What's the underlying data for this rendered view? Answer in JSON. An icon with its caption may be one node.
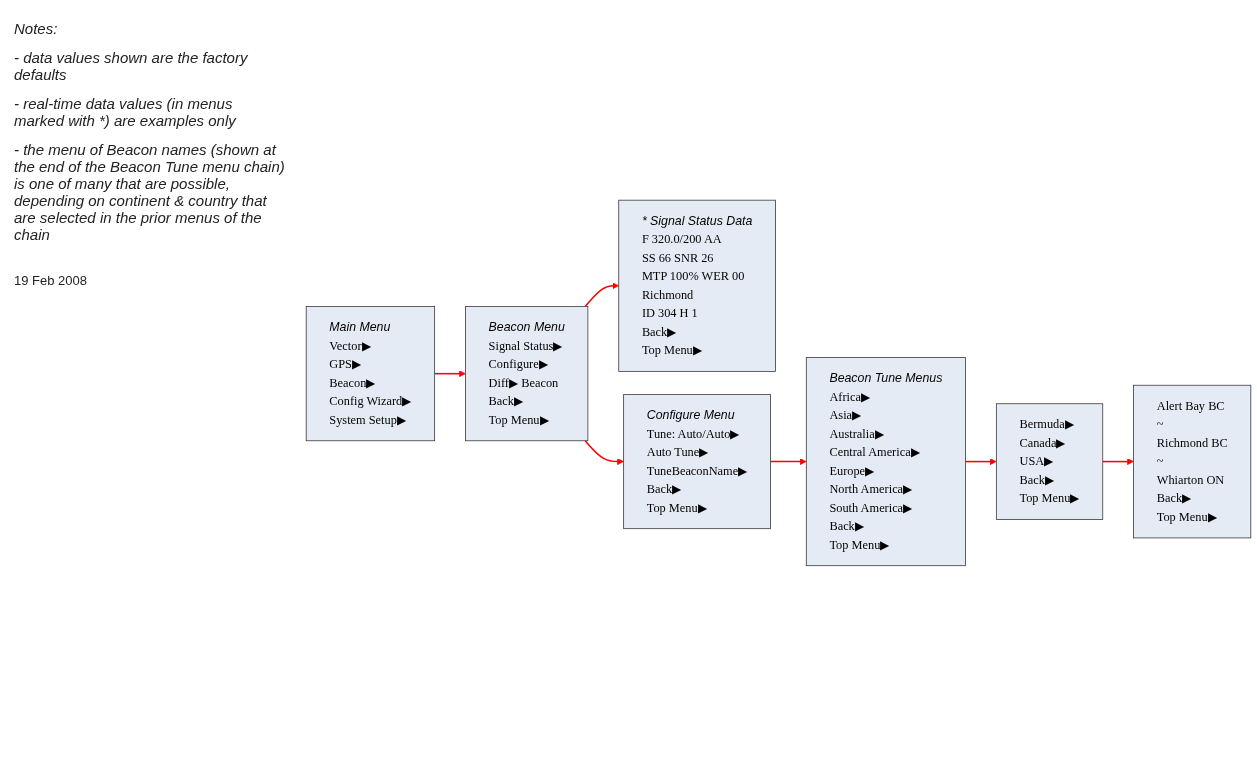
{
  "diagram": {
    "nodes": [
      {
        "text": [
          "Main Menu",
          "Vector▶",
          "GPS▶",
          "Beacon▶",
          "Config Wizard▶",
          "System Setup▶"
        ]
      },
      {
        "text": [
          "Beacon Menu",
          "Signal Status▶",
          "Configure▶",
          "Diff▶ Beacon",
          "Back▶",
          "Top Menu▶"
        ]
      },
      {
        "text": [
          "* Signal Status Data",
          "F 320.0/200 AA",
          "SS 66 SNR 26",
          "MTP 100% WER 00",
          "Richmond",
          "ID 304 H 1",
          "Back▶",
          "Top Menu▶"
        ]
      },
      {
        "text": [
          "Configure Menu",
          "Tune: Auto/Auto▶",
          "Auto Tune▶",
          "TuneBeaconName▶",
          "Back▶",
          "Top Menu▶"
        ]
      },
      {
        "text": [
          "Beacon Tune Menus",
          "Africa▶",
          "Asia▶",
          "Australia▶",
          "Central America▶",
          "Europe▶",
          "North America▶",
          "South America▶",
          "Back▶",
          "Top Menu▶"
        ]
      },
      {
        "text": [
          "Bermuda▶",
          "Canada▶",
          "USA▶",
          "Back▶",
          "Top Menu▶"
        ]
      },
      {
        "text": [
          "Alert Bay BC",
          "~",
          "Richmond BC",
          "~",
          "Whiarton ON",
          "Back▶",
          "Top Menu▶"
        ]
      }
    ],
    "edges": [
      {
        "from": 0,
        "to": 1,
        "arrow": "to"
      },
      {
        "from": 1,
        "to": 2,
        "arrow": "to"
      },
      {
        "from": 1,
        "to": 3,
        "arrow": "to"
      },
      {
        "from": 3,
        "to": 4,
        "arrow": "to"
      },
      {
        "from": 4,
        "to": 5,
        "arrow": "to"
      },
      {
        "from": 5,
        "to": 6,
        "arrow": "to"
      }
    ],
    "labels": [
      "Notes:",
      "- data values shown are the factory defaults",
      "- real-time data values (in menus marked with *) are examples only",
      "- the menu of Beacon names (shown at the end of the Beacon Tune menu chain) is one of many that are possible, depending on continent & country that are selected in the prior menus of the chain",
      "19 Feb 2008"
    ]
  }
}
